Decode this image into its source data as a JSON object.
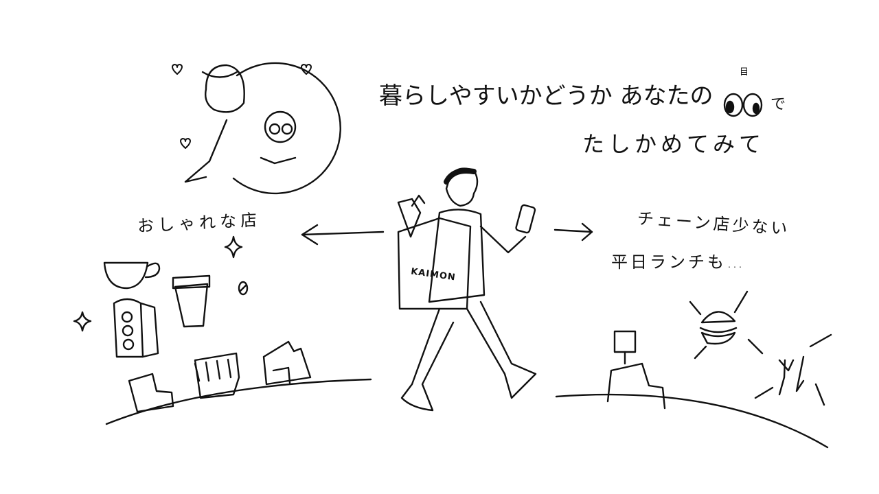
{
  "headline": {
    "line1": "暮らしやすいかどうか あなたの",
    "eyes_ruby": "目",
    "line1_end": "で",
    "line2": "たしかめてみて"
  },
  "left": {
    "label": "おしゃれな店"
  },
  "right": {
    "line1": "チェーン店少ない",
    "line2": "平日ランチも…"
  },
  "bag_text": "KAIMON",
  "colors": {
    "ink": "#111111",
    "background": "#ffffff"
  }
}
